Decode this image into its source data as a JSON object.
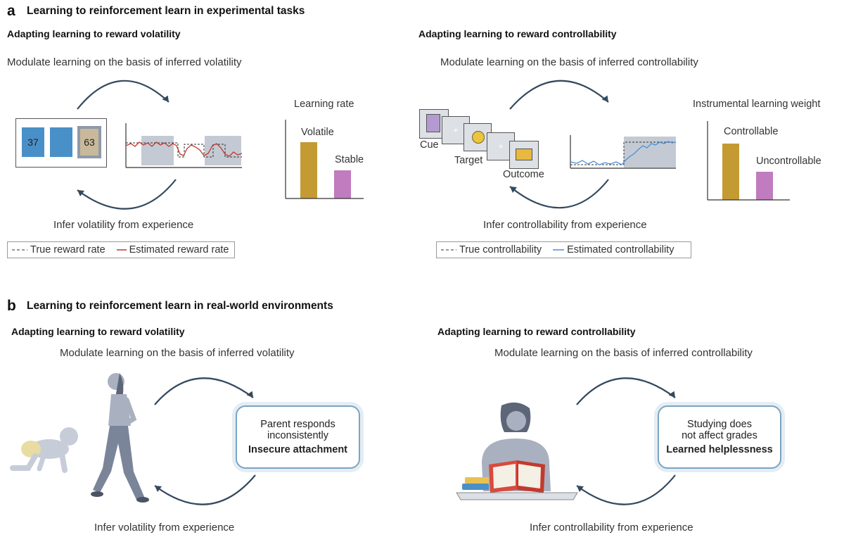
{
  "panel_a": {
    "letter": "a",
    "title": "Learning to reinforcement learn in experimental tasks",
    "left": {
      "subtitle": "Adapting learning to reward volatility",
      "top_caption": "Modulate learning on the basis of inferred volatility",
      "bottom_caption": "Infer volatility from experience",
      "cards": [
        "37",
        "63"
      ],
      "bar_title": "Learning rate",
      "bar_labels": [
        "Volatile",
        "Stable"
      ],
      "bar_values": [
        0.8,
        0.4
      ],
      "legend": [
        "True reward rate",
        "Estimated reward rate"
      ]
    },
    "right": {
      "subtitle": "Adapting learning to reward controllability",
      "top_caption": "Modulate learning on the basis of inferred controllability",
      "bottom_caption": "Infer controllability from experience",
      "steps": [
        "Cue",
        "Target",
        "Outcome"
      ],
      "bar_title": "Instrumental learning weight",
      "bar_labels": [
        "Controllable",
        "Uncontrollable"
      ],
      "bar_values": [
        0.8,
        0.4
      ],
      "legend": [
        "True controllability",
        "Estimated controllability"
      ]
    }
  },
  "panel_b": {
    "letter": "b",
    "title": "Learning to reinforcement learn in real-world environments",
    "left": {
      "subtitle": "Adapting learning to reward volatility",
      "top_caption": "Modulate learning on the basis of inferred volatility",
      "bottom_caption": "Infer volatility from experience",
      "box_line1": "Parent responds",
      "box_line2": "inconsistently",
      "box_bold": "Insecure attachment"
    },
    "right": {
      "subtitle": "Adapting learning to reward controllability",
      "top_caption": "Modulate learning on the basis of inferred controllability",
      "bottom_caption": "Infer controllability from experience",
      "box_line1": "Studying does",
      "box_line2": "not affect grades",
      "box_bold": "Learned helplessness"
    }
  },
  "colors": {
    "arrow": "#34495e",
    "card_blue": "#4a90c8",
    "card_tan": "#c9b99a",
    "bar_gold": "#c49a32",
    "bar_pink": "#c07cbf",
    "shade": "#c3cad4",
    "est_red": "#c0392b",
    "est_blue": "#4a90d9",
    "figure_grey": "#7b8599"
  }
}
